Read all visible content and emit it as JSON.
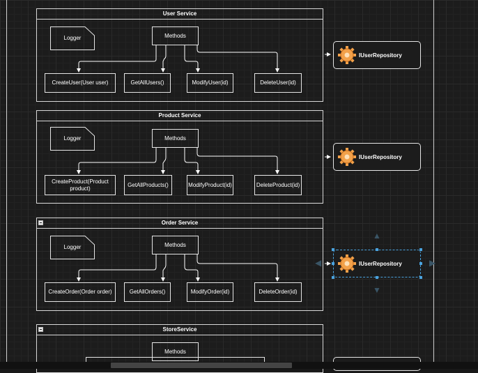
{
  "services": [
    {
      "title": "User Service",
      "collapsible": false,
      "note": "Logger",
      "methods_label": "Methods",
      "ops": [
        "CreateUser(User user)",
        "GetAllUsers()",
        "ModifyUser(id)",
        "DeleteUser(id)"
      ]
    },
    {
      "title": "Product Service",
      "collapsible": false,
      "note": "Logger",
      "methods_label": "Methods",
      "ops": [
        "CreateProduct(Product product)",
        "GetAllProducts()",
        "ModifyProduct(id)",
        "DeleteProduct(id)"
      ]
    },
    {
      "title": "Order Service",
      "collapsible": true,
      "note": "Logger",
      "methods_label": "Methods",
      "ops": [
        "CreateOrder(Order order)",
        "GetAllOrders()",
        "ModifyOrder(id)",
        "DeleteOrder(id)"
      ]
    },
    {
      "title": "StoreService",
      "collapsible": true,
      "methods_label": "Methods"
    }
  ],
  "repositories": [
    {
      "label": "IUserRepository",
      "selected": false
    },
    {
      "label": "IUserRepository",
      "selected": false
    },
    {
      "label": "IUserRepository",
      "selected": true
    }
  ],
  "icons": {
    "repository": "gear-icon",
    "collapse": "collapse-icon"
  },
  "colors": {
    "background": "#1c1c1c",
    "stroke": "#e6e6e6",
    "gear": "#f2a14a",
    "selection": "#4aa3df"
  }
}
